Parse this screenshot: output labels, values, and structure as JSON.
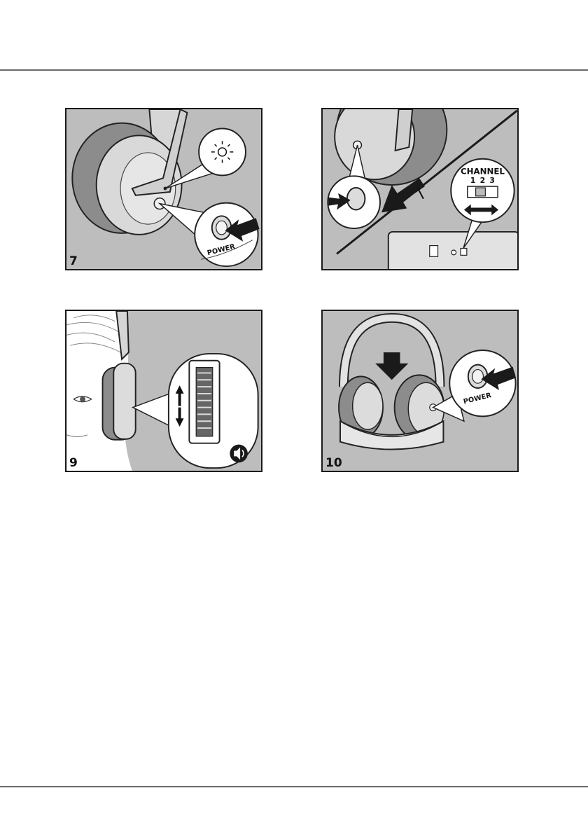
{
  "figures": [
    {
      "id": "7",
      "step": "7",
      "power_label": "POWER"
    },
    {
      "id": "8",
      "step": "",
      "channel_label": "CHANNEL",
      "channel_numbers": [
        "1",
        "2",
        "3"
      ]
    },
    {
      "id": "9",
      "step": "9"
    },
    {
      "id": "10",
      "step": "10",
      "power_label": "POWER"
    }
  ]
}
